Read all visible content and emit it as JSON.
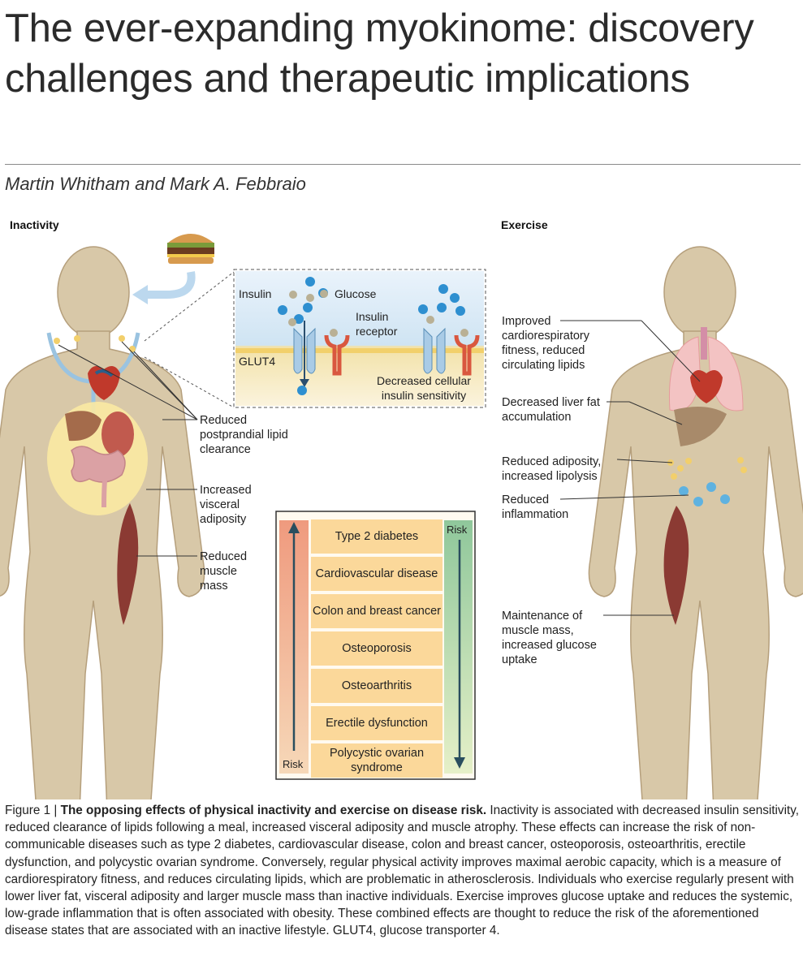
{
  "title": "The ever-expanding myokinome: discovery challenges and therapeutic implications",
  "authors": "Martin Whitham and Mark A. Febbraio",
  "figure": {
    "left_heading": "Inactivity",
    "right_heading": "Exercise",
    "inset": {
      "insulin": "Insulin",
      "glucose": "Glucose",
      "insulin_receptor": "Insulin receptor",
      "glut4": "GLUT4",
      "decreased_sensitivity": "Decreased cellular insulin sensitivity"
    },
    "left_labels": [
      "Reduced postprandial lipid clearance",
      "Increased visceral adiposity",
      "Reduced muscle mass"
    ],
    "right_labels": [
      "Improved cardiorespiratory fitness, reduced circulating lipids",
      "Decreased liver fat accumulation",
      "Reduced adiposity, increased lipolysis",
      "Reduced inflammation",
      "Maintenance of muscle mass, increased glucose uptake"
    ],
    "risk_left": "Risk",
    "risk_right": "Risk",
    "diseases": [
      "Type 2 diabetes",
      "Cardiovascular disease",
      "Colon and breast cancer",
      "Osteoporosis",
      "Osteoarthritis",
      "Erectile dysfunction",
      "Polycystic ovarian syndrome"
    ],
    "colors": {
      "body": "#d8c8a8",
      "body_outline": "#b59f7c",
      "risk_red": "#ef9a7e",
      "risk_green": "#8fc79b",
      "disease_box": "#fbd89a",
      "vessel": "#9ac3e0",
      "muscle": "#8b3a33"
    }
  },
  "caption": {
    "label": "Figure 1 | ",
    "bold": "The opposing effects of physical inactivity and exercise on disease risk.",
    "text": " Inactivity is associated with decreased insulin sensitivity, reduced clearance of lipids following a meal, increased visceral adiposity and muscle atrophy. These effects can increase the risk of non-communicable diseases such as type 2 diabetes, cardiovascular disease, colon and breast cancer, osteoporosis, osteoarthritis, erectile dysfunction, and polycystic ovarian syndrome. Conversely, regular physical activity improves maximal aerobic capacity, which is a measure of cardiorespiratory fitness, and reduces circulating lipids, which are problematic in atherosclerosis. Individuals who exercise regularly present with lower liver fat, visceral adiposity and larger muscle mass than inactive individuals. Exercise improves glucose uptake and reduces the systemic, low-grade inflammation that is often associated with obesity. These combined effects are thought to reduce the risk of the aforementioned disease states that are associated with an inactive lifestyle. GLUT4, glucose transporter 4."
  }
}
